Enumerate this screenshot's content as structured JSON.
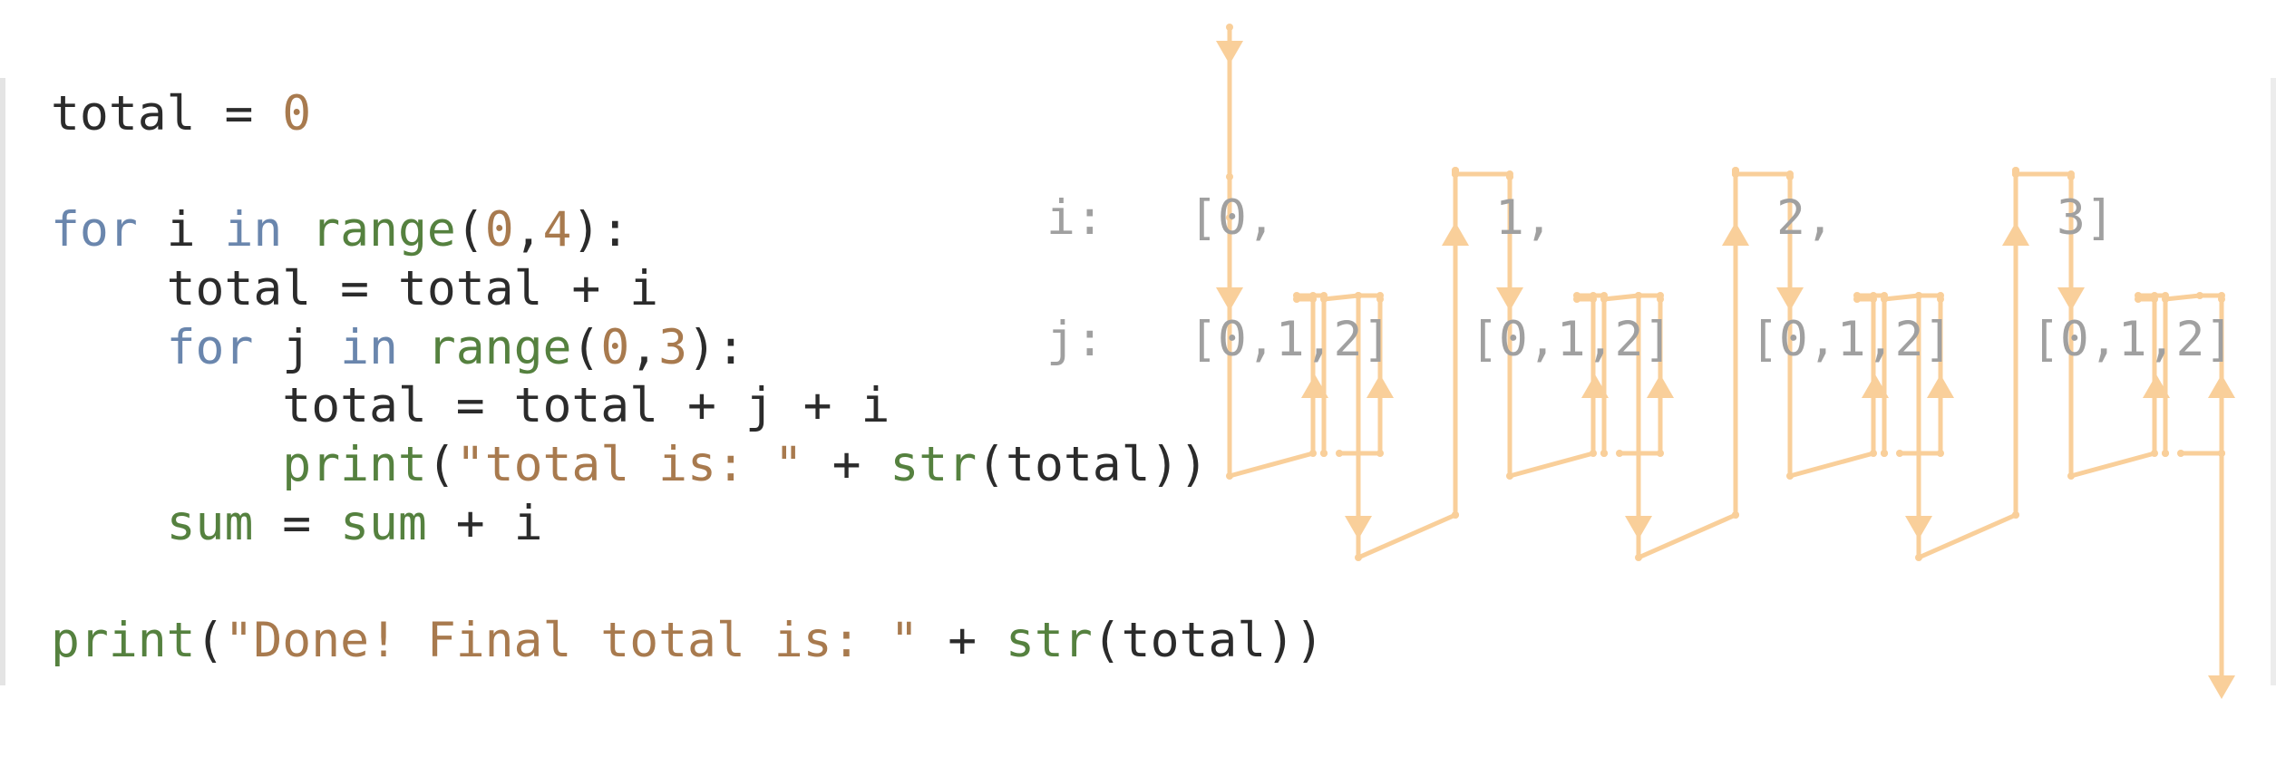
{
  "code": {
    "lines": [
      {
        "name": "line-total-init",
        "indent": "",
        "tokens": [
          {
            "t": "total",
            "c": "id"
          },
          {
            "t": " = ",
            "c": "id"
          },
          {
            "t": "0",
            "c": "num"
          }
        ]
      },
      {
        "name": "line-outer-for",
        "indent": "",
        "tokens": [
          {
            "t": "for",
            "c": "kw"
          },
          {
            "t": " i ",
            "c": "id"
          },
          {
            "t": "in",
            "c": "kw"
          },
          {
            "t": " ",
            "c": "id"
          },
          {
            "t": "range",
            "c": "fn"
          },
          {
            "t": "(",
            "c": "id"
          },
          {
            "t": "0",
            "c": "num"
          },
          {
            "t": ",",
            "c": "id"
          },
          {
            "t": "4",
            "c": "num"
          },
          {
            "t": "):",
            "c": "id"
          }
        ]
      },
      {
        "name": "line-total-add-i",
        "indent": "    ",
        "tokens": [
          {
            "t": "total = total + i",
            "c": "id"
          }
        ]
      },
      {
        "name": "line-inner-for",
        "indent": "    ",
        "tokens": [
          {
            "t": "for",
            "c": "kw"
          },
          {
            "t": " j ",
            "c": "id"
          },
          {
            "t": "in",
            "c": "kw"
          },
          {
            "t": " ",
            "c": "id"
          },
          {
            "t": "range",
            "c": "fn"
          },
          {
            "t": "(",
            "c": "id"
          },
          {
            "t": "0",
            "c": "num"
          },
          {
            "t": ",",
            "c": "id"
          },
          {
            "t": "3",
            "c": "num"
          },
          {
            "t": "):",
            "c": "id"
          }
        ]
      },
      {
        "name": "line-total-add-ji",
        "indent": "        ",
        "tokens": [
          {
            "t": "total = total + j + i",
            "c": "id"
          }
        ]
      },
      {
        "name": "line-print-total",
        "indent": "        ",
        "tokens": [
          {
            "t": "print",
            "c": "fn"
          },
          {
            "t": "(",
            "c": "id"
          },
          {
            "t": "\"total is: \"",
            "c": "str"
          },
          {
            "t": " + ",
            "c": "id"
          },
          {
            "t": "str",
            "c": "fn"
          },
          {
            "t": "(total))",
            "c": "id"
          }
        ]
      },
      {
        "name": "line-sum-add",
        "indent": "    ",
        "tokens": [
          {
            "t": "sum",
            "c": "fn"
          },
          {
            "t": " = ",
            "c": "id"
          },
          {
            "t": "sum",
            "c": "fn"
          },
          {
            "t": " + i",
            "c": "id"
          }
        ]
      },
      {
        "name": "line-print-done",
        "indent": "",
        "tokens": [
          {
            "t": "print",
            "c": "fn"
          },
          {
            "t": "(",
            "c": "id"
          },
          {
            "t": "\"Done! Final total is: \"",
            "c": "str"
          },
          {
            "t": " + ",
            "c": "id"
          },
          {
            "t": "str",
            "c": "fn"
          },
          {
            "t": "(total))",
            "c": "id"
          }
        ]
      }
    ]
  },
  "trace": {
    "i_label": "i:",
    "j_label": "j:",
    "i_values": [
      "[0,",
      "1,",
      "2,",
      "3]"
    ],
    "j_values": [
      "[0,1,2]",
      "[0,1,2]",
      "[0,1,2]",
      "[0,1,2]"
    ]
  },
  "colors": {
    "flow": "#f9cf9a",
    "keyword": "#6a86ad",
    "function": "#55813f",
    "literal": "#a87a4e",
    "text": "#2b2b2b",
    "trace_label": "#a0a0a0"
  }
}
